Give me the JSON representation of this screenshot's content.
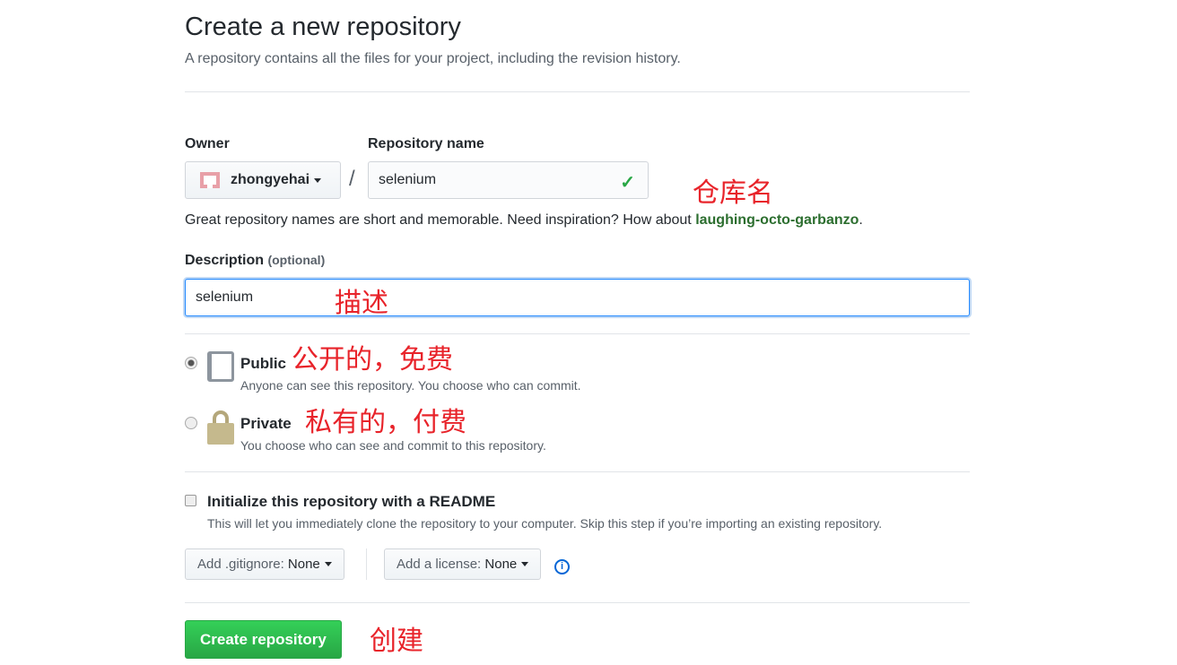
{
  "header": {
    "title": "Create a new repository",
    "subtitle": "A repository contains all the files for your project, including the revision history."
  },
  "owner": {
    "label": "Owner",
    "value": "zhongyehai"
  },
  "repo": {
    "label": "Repository name",
    "value": "selenium",
    "separator": "/"
  },
  "hint": {
    "text": "Great repository names are short and memorable. Need inspiration? How about ",
    "suggestion": "laughing-octo-garbanzo",
    "end": "."
  },
  "description": {
    "label": "Description",
    "optional": "(optional)",
    "value": "selenium"
  },
  "visibility": [
    {
      "label": "Public",
      "note": "Anyone can see this repository. You choose who can commit.",
      "checked": true
    },
    {
      "label": "Private",
      "note": "You choose who can see and commit to this repository.",
      "checked": false
    }
  ],
  "readme": {
    "label": "Initialize this repository with a README",
    "note": "This will let you immediately clone the repository to your computer. Skip this step if you’re importing an existing repository.",
    "checked": false
  },
  "gitignore": {
    "label": "Add .gitignore:",
    "value": "None"
  },
  "license": {
    "label": "Add a license:",
    "value": "None"
  },
  "submit": "Create repository",
  "annotations": {
    "repo": "仓库名",
    "desc": "描述",
    "public": "公开的，免费",
    "private": "私有的，付费",
    "create": "创建"
  },
  "colors": {
    "accent": "#28a745",
    "annotation": "#e8232a",
    "focus": "#2188ff"
  }
}
